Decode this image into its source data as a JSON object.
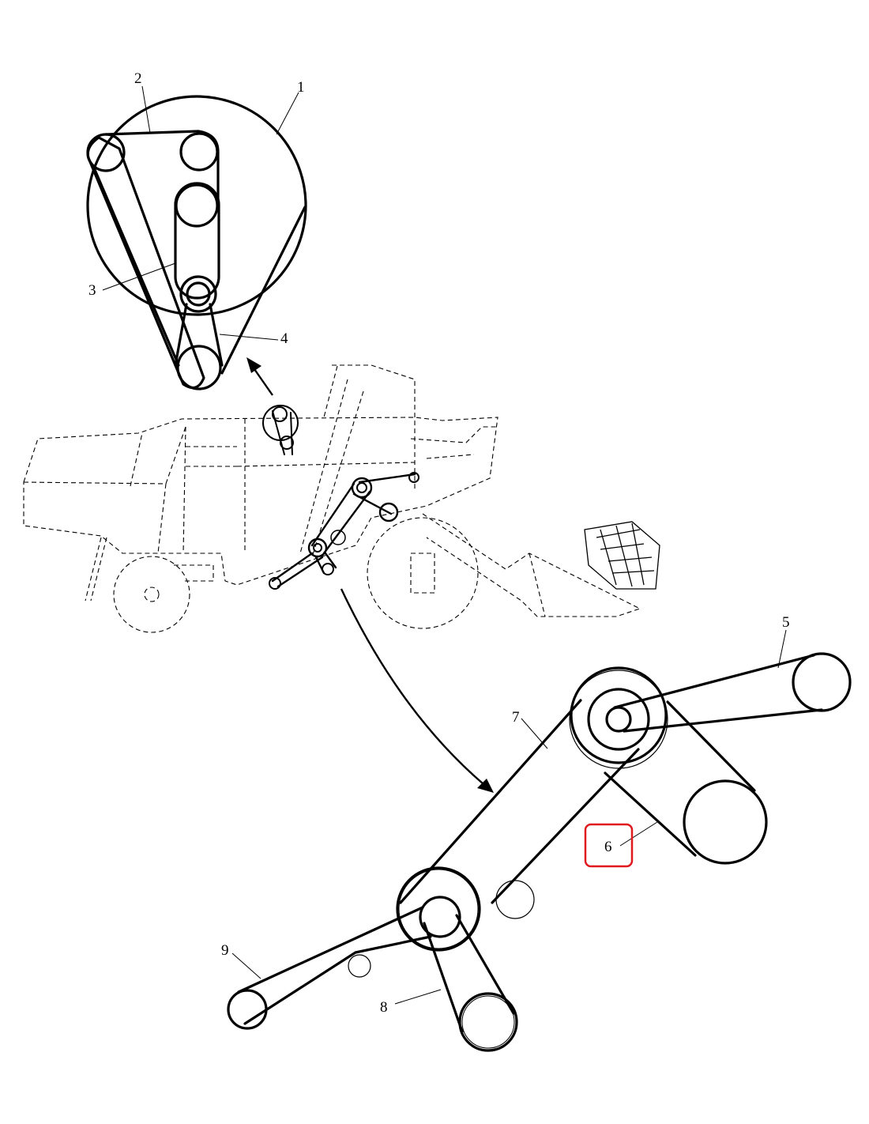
{
  "callouts": [
    "1",
    "2",
    "3",
    "4",
    "5",
    "6",
    "7",
    "8",
    "9"
  ],
  "highlighted_callout": "6",
  "colors": {
    "line": "#000000",
    "highlight": "#e0191f",
    "background": "#ffffff"
  }
}
